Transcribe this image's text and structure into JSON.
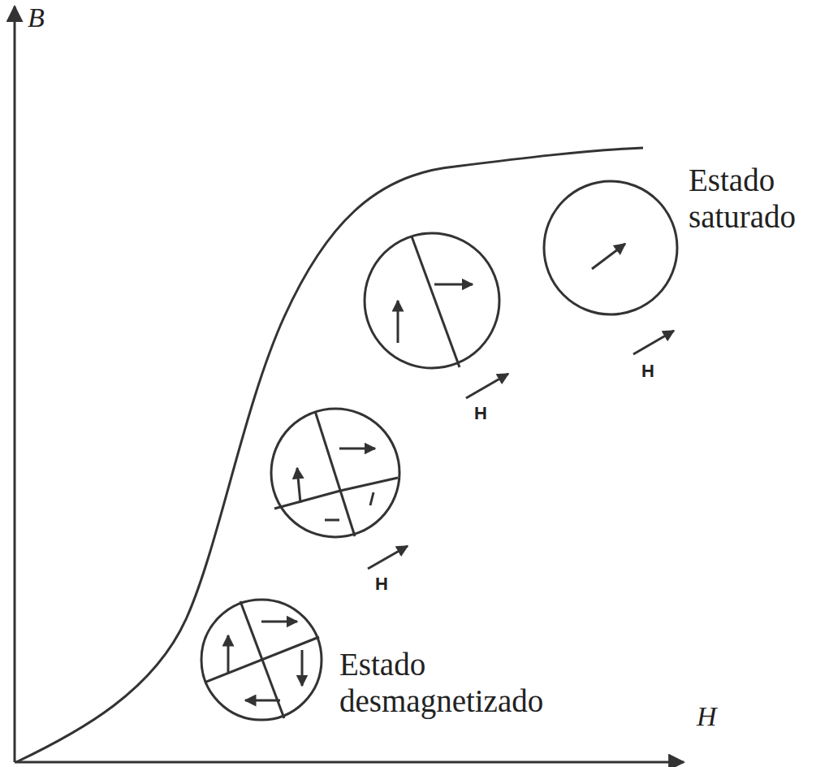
{
  "diagram": {
    "labels": [
      "B",
      "Estado saturado",
      "H",
      "H",
      "H",
      "Estado desmagnetizado",
      "H"
    ]
  }
}
